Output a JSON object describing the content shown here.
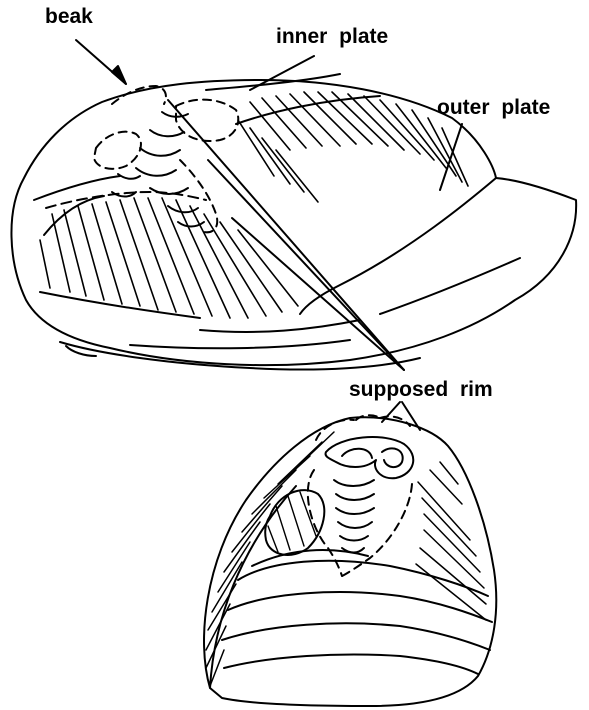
{
  "labels": {
    "beak": "beak",
    "inner_plate": "inner plate",
    "outer_plate": "outer plate",
    "supposed_rim": "supposed rim"
  },
  "colors": {
    "ink": "#000000",
    "background": "#ffffff"
  }
}
